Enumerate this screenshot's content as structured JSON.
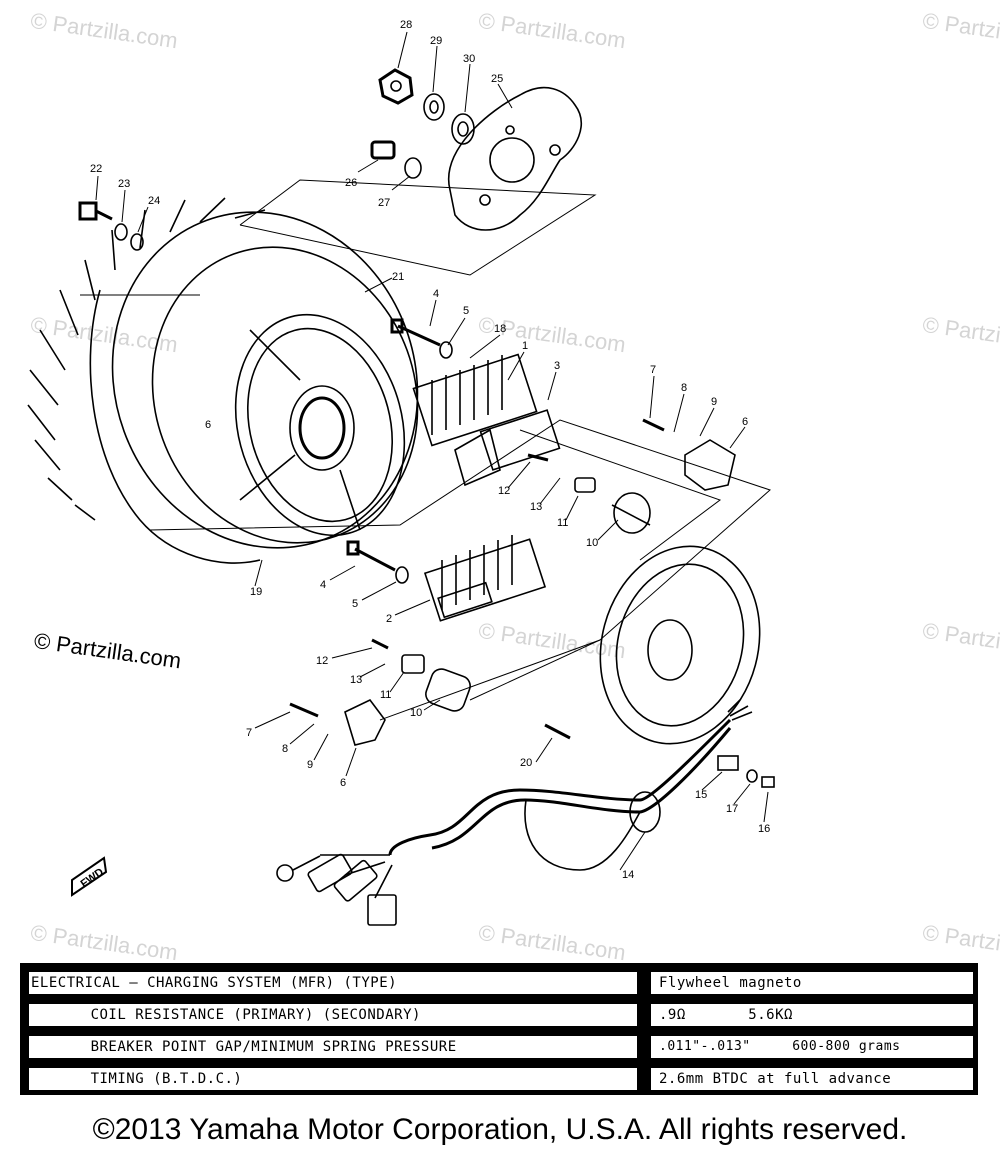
{
  "watermark": "© Partzilla.com",
  "copyright_mark": "© Partzilla.com",
  "fwd_label": "FWD",
  "callouts": {
    "c1": "1",
    "c2": "2",
    "c3": "3",
    "c4a": "4",
    "c4b": "4",
    "c5a": "5",
    "c5b": "5",
    "c6a": "6",
    "c6b": "6",
    "c7a": "7",
    "c7b": "7",
    "c8a": "8",
    "c8b": "8",
    "c9a": "9",
    "c9b": "9",
    "c10a": "10",
    "c10b": "10",
    "c11a": "11",
    "c11b": "11",
    "c12a": "12",
    "c12b": "12",
    "c13a": "13",
    "c13b": "13",
    "c14": "14",
    "c15": "15",
    "c16": "16",
    "c17": "17",
    "c18": "18",
    "c19": "19",
    "c20": "20",
    "c21": "21",
    "c22": "22",
    "c23": "23",
    "c24": "24",
    "c25": "25",
    "c26": "26",
    "c27": "27",
    "c28": "28",
    "c29": "29",
    "c30": "30",
    "c_flywheel": "6"
  },
  "spec_table": {
    "rows": [
      {
        "label": "ELECTRICAL — CHARGING SYSTEM (MFR) (TYPE)",
        "value": "Flywheel  magneto"
      },
      {
        "label": "      COIL RESISTANCE (PRIMARY) (SECONDARY)",
        "value": ".9Ω       5.6KΩ"
      },
      {
        "label": "      BREAKER POINT GAP/MINIMUM SPRING PRESSURE",
        "value": ".011\"-.013\"     600-800 grams"
      },
      {
        "label": "      TIMING (B.T.D.C.)",
        "value": "2.6mm BTDC at full advance"
      }
    ]
  },
  "footer": "©2013 Yamaha Motor Corporation, U.S.A. All rights reserved."
}
